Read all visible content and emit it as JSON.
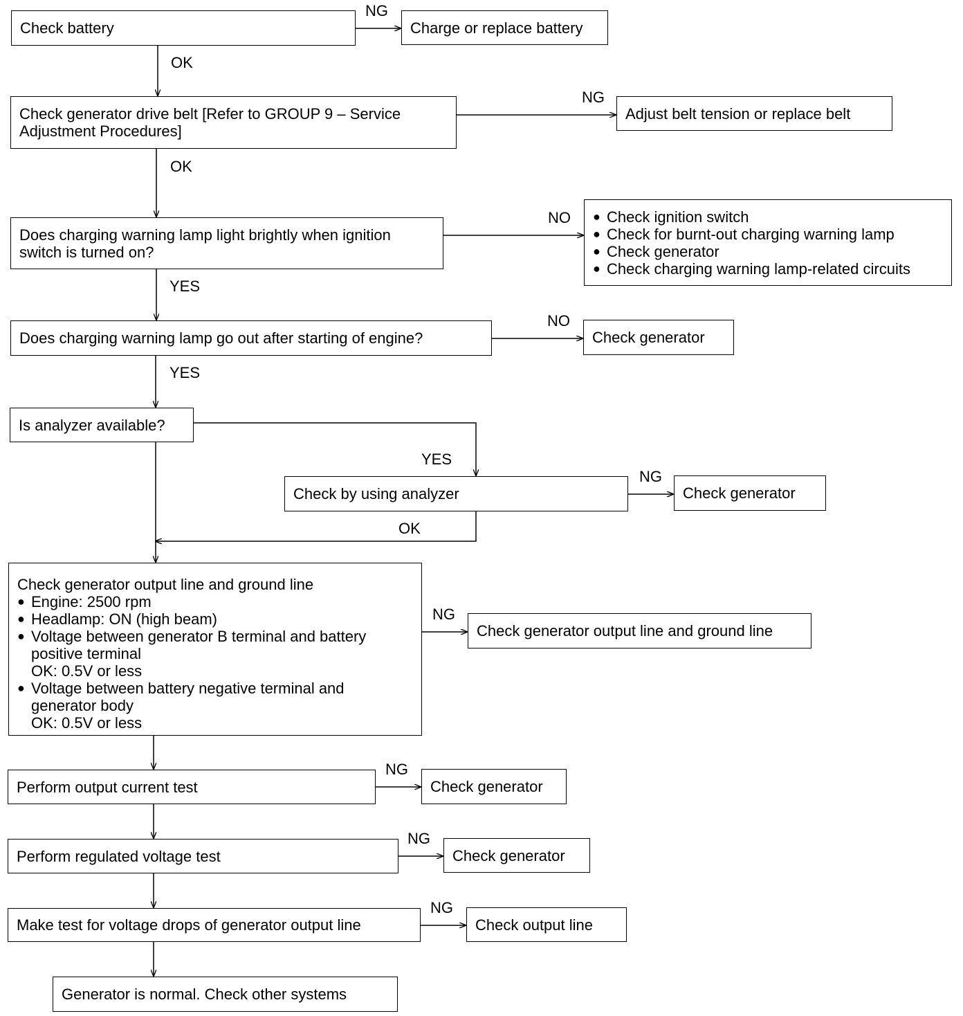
{
  "steps": {
    "check_battery": "Check battery",
    "charge_replace_battery": "Charge or replace battery",
    "check_belt": [
      "Check generator drive belt [Refer to GROUP 9 – Service",
      "Adjustment Procedures]"
    ],
    "adjust_belt": "Adjust belt tension or replace belt",
    "lamp_bright": [
      "Does charging warning lamp light brightly when ignition",
      "switch is turned on?"
    ],
    "lamp_checks": [
      "Check ignition switch",
      "Check for burnt-out charging warning lamp",
      "Check generator",
      "Check charging warning lamp-related circuits"
    ],
    "lamp_out": "Does charging warning lamp go out after starting of engine?",
    "check_generator_1": "Check generator",
    "analyzer_available": "Is analyzer available?",
    "check_by_analyzer": "Check by using analyzer",
    "check_generator_2": "Check generator",
    "output_ground": {
      "title": "Check generator output line and ground line",
      "bullet_1": "Engine: 2500 rpm",
      "bullet_2": "Headlamp: ON (high beam)",
      "bullet_3": [
        "Voltage between generator B terminal and battery",
        "positive terminal"
      ],
      "ok_1": "OK: 0.5V or less",
      "bullet_4": [
        "Voltage between battery negative terminal and",
        "generator body"
      ],
      "ok_2": "OK: 0.5V or less"
    },
    "check_output_ground": "Check generator output line and ground line",
    "output_current_test": "Perform output current test",
    "check_generator_3": "Check generator",
    "regulated_voltage_test": "Perform regulated voltage test",
    "check_generator_4": "Check generator",
    "voltage_drop_test": "Make test for voltage drops of generator output line",
    "check_output_line": "Check output line",
    "generator_normal": "Generator is normal. Check other systems"
  },
  "labels": {
    "ng_1": "NG",
    "ok_1": "OK",
    "ng_2": "NG",
    "ok_2": "OK",
    "no_1": "NO",
    "yes_1": "YES",
    "no_2": "NO",
    "yes_2": "YES",
    "yes_3": "YES",
    "ng_3": "NG",
    "ok_3": "OK",
    "ng_4": "NG",
    "ng_5": "NG",
    "ng_6": "NG",
    "ng_7": "NG"
  }
}
